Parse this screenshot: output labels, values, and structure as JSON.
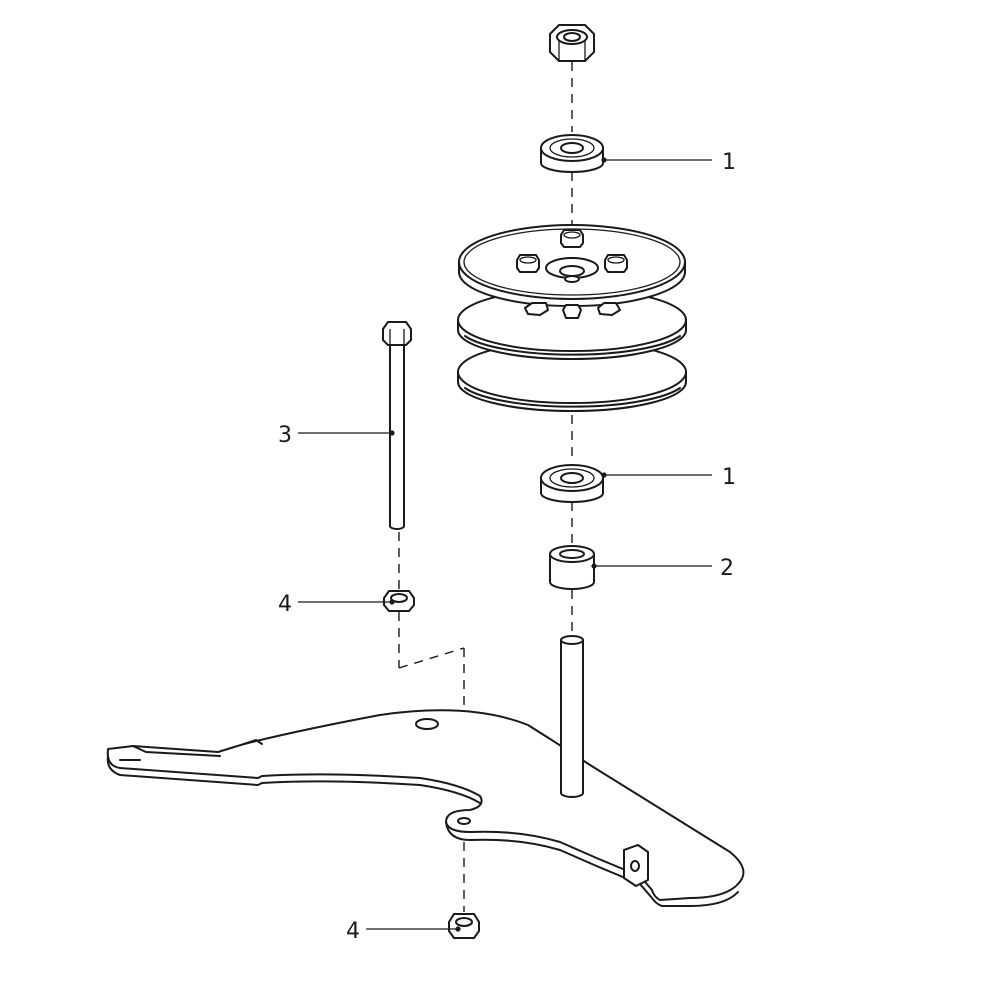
{
  "callouts": [
    {
      "id": "bearing-top",
      "text": "1"
    },
    {
      "id": "bearing-bottom",
      "text": "1"
    },
    {
      "id": "spacer",
      "text": "2"
    },
    {
      "id": "bolt",
      "text": "3"
    },
    {
      "id": "nut-middle",
      "text": "4"
    },
    {
      "id": "nut-bottom",
      "text": "4"
    }
  ]
}
